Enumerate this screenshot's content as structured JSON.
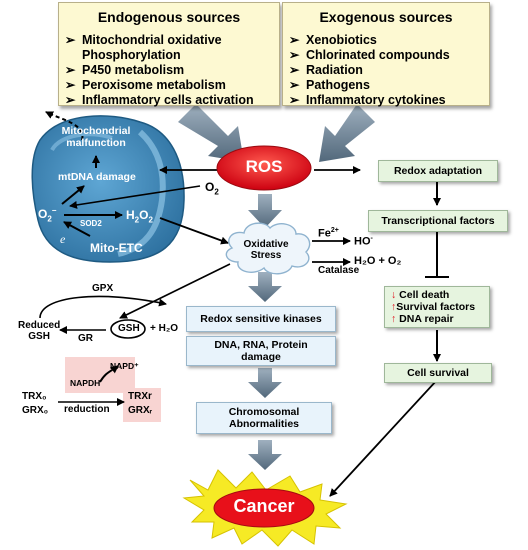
{
  "endogenous": {
    "title": "Endogenous sources",
    "items": [
      "Mitochondrial oxidative Phosphorylation",
      "P450 metabolism",
      "Peroxisome metabolism",
      "Inflammatory cells activation"
    ]
  },
  "exogenous": {
    "title": "Exogenous sources",
    "items": [
      "Xenobiotics",
      "Chlorinated compounds",
      "Radiation",
      "Pathogens",
      "Inflammatory cytokines"
    ]
  },
  "bullet": "➢",
  "ros": "ROS",
  "mito": {
    "malfunction_line1": "Mitochondrial",
    "malfunction_line2": "malfunction",
    "mtdna": "mtDNA damage",
    "o2_minus": "O",
    "o2_minus_sub": "2",
    "o2_minus_sup": "−",
    "sod2": "SOD2",
    "h2o2": "H",
    "h2o2_sub1": "2",
    "h2o2_mid": "O",
    "h2o2_sub2": "2",
    "e": "e",
    "etc": "Mito-ETC"
  },
  "o2_label": "O",
  "o2_label_sub": "2",
  "oxidative_stress_line1": "Oxidative",
  "oxidative_stress_line2": "Stress",
  "fe": "Fe",
  "fe_sup": "2+",
  "ho": "HO",
  "ho_sup": "-",
  "catalase": "Catalase",
  "h2o_o2": "H₂O + O₂",
  "gpx": "GPX",
  "gr": "GR",
  "reduced_gsh_line1": "Reduced",
  "reduced_gsh_line2": "GSH",
  "gsh": "GSH",
  "plus_h2o": "+ H₂O",
  "napd": "NAPD⁺",
  "napdh": "NAPDH",
  "trx0": "TRX₀",
  "grx0": "GRX₀",
  "reduction": "reduction",
  "trxr": "TRXr",
  "grxr": "GRXᵣ",
  "boxes": {
    "redox_kinases": "Redox sensitive kinases",
    "dna_damage_line1": "DNA, RNA, Protein",
    "dna_damage_line2": "damage",
    "chromosomal_line1": "Chromosomal",
    "chromosomal_line2": "Abnormalities",
    "redox_adaptation": "Redox adaptation",
    "transcriptional": "Transcriptional factors",
    "cell_survival": "Cell survival"
  },
  "outcomes": {
    "down_arrow": "↓",
    "up_arrow": "↑",
    "cell_death": "Cell death",
    "survival_factors": "Survival factors",
    "dna_repair": "DNA repair"
  },
  "cancer": "Cancer",
  "colors": {
    "ros_red": "#e3101a",
    "mito_blue": "#3a84b4",
    "arrow_steel": "#5f7486",
    "cancer_red": "#e8101a",
    "burst_yellow": "#f6ea25"
  }
}
